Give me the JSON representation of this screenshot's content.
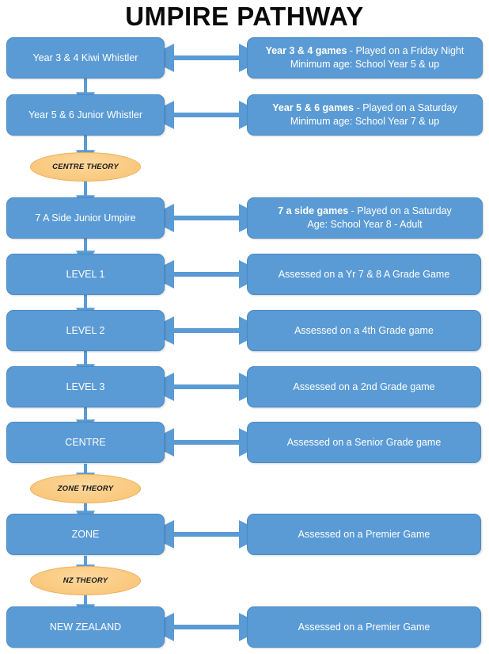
{
  "page": {
    "title": "UMPIRE PATHWAY",
    "colors": {
      "node_fill": "#5B9BD5",
      "node_text": "#FFFFFF",
      "theory_fill": "#FAC97E",
      "theory_text": "#1A1A1A",
      "arrow": "#5B9BD5",
      "background": "#FFFFFF",
      "title_text": "#0A0A0A"
    }
  },
  "levels": [
    {
      "id": "kiwi-whistler",
      "label": "Year 3 & 4 Kiwi Whistler",
      "detail_line1_strong": "Year 3 & 4 games",
      "detail_line1_rest": " - Played on a Friday Night",
      "detail_line2": "Minimum age: School Year 5 & up"
    },
    {
      "id": "junior-whistler",
      "label": "Year 5 & 6 Junior Whistler",
      "detail_line1_strong": "Year 5 & 6 games",
      "detail_line1_rest": " - Played on a Saturday",
      "detail_line2": "Minimum age: School Year 7 & up"
    },
    {
      "id": "seven-a-side-junior-umpire",
      "label": "7 A Side Junior Umpire",
      "detail_line1_strong": "7 a side games",
      "detail_line1_rest": " - Played on a Saturday",
      "detail_line2": "Age: School Year 8 - Adult"
    },
    {
      "id": "level-1",
      "label": "LEVEL 1",
      "detail_line1_strong": "",
      "detail_line1_rest": "Assessed on a Yr 7 & 8 A Grade Game",
      "detail_line2": ""
    },
    {
      "id": "level-2",
      "label": "LEVEL 2",
      "detail_line1_strong": "",
      "detail_line1_rest": "Assessed on a 4th Grade game",
      "detail_line2": ""
    },
    {
      "id": "level-3",
      "label": "LEVEL 3",
      "detail_line1_strong": "",
      "detail_line1_rest": "Assessed on a 2nd Grade game",
      "detail_line2": ""
    },
    {
      "id": "centre",
      "label": "CENTRE",
      "detail_line1_strong": "",
      "detail_line1_rest": "Assessed on a Senior Grade game",
      "detail_line2": ""
    },
    {
      "id": "zone",
      "label": "ZONE",
      "detail_line1_strong": "",
      "detail_line1_rest": "Assessed on a Premier Game",
      "detail_line2": ""
    },
    {
      "id": "new-zealand",
      "label": "NEW ZEALAND",
      "detail_line1_strong": "",
      "detail_line1_rest": "Assessed on a Premier Game",
      "detail_line2": ""
    }
  ],
  "theory_gates": [
    {
      "id": "centre-theory",
      "label": "CENTRE THEORY"
    },
    {
      "id": "zone-theory",
      "label": "ZONE THEORY"
    },
    {
      "id": "nz-theory",
      "label": "NZ THEORY"
    }
  ],
  "icons": {
    "down_arrow": "down-arrow-icon",
    "double_arrow": "double-headed-arrow-icon"
  }
}
